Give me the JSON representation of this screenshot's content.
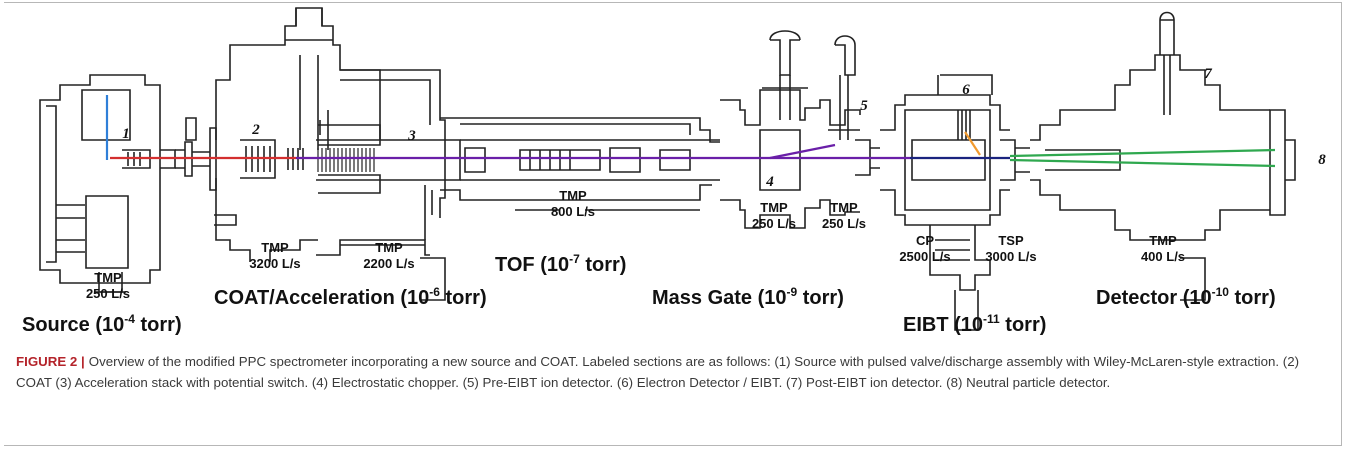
{
  "stages": {
    "source": {
      "name": "Source",
      "pressure_base": "10",
      "pressure_exp": "-4",
      "unit": "torr"
    },
    "coat": {
      "name": "COAT/Acceleration",
      "pressure_base": "10",
      "pressure_exp": "-6",
      "unit": "torr"
    },
    "tof": {
      "name": "TOF",
      "pressure_base": "10",
      "pressure_exp": "-7",
      "unit": "torr"
    },
    "massgate": {
      "name": "Mass Gate",
      "pressure_base": "10",
      "pressure_exp": "-9",
      "unit": "torr"
    },
    "eibt": {
      "name": "EIBT",
      "pressure_base": "10",
      "pressure_exp": "-11",
      "unit": "torr"
    },
    "detector": {
      "name": "Detector",
      "pressure_base": "10",
      "pressure_exp": "-10",
      "unit": "torr"
    }
  },
  "pumps": [
    {
      "type": "TMP",
      "rate": "250 L/s"
    },
    {
      "type": "TMP",
      "rate": "3200 L/s"
    },
    {
      "type": "TMP",
      "rate": "2200 L/s"
    },
    {
      "type": "TMP",
      "rate": "800 L/s"
    },
    {
      "type": "TMP",
      "rate": "250 L/s"
    },
    {
      "type": "TMP",
      "rate": "250 L/s"
    },
    {
      "type": "CP",
      "rate": "2500 L/s"
    },
    {
      "type": "TSP",
      "rate": "3000 L/s"
    },
    {
      "type": "TMP",
      "rate": "400 L/s"
    }
  ],
  "markers": [
    "1",
    "2",
    "3",
    "4",
    "5",
    "6",
    "7",
    "8"
  ],
  "beam_colors": {
    "source": "#d32f2f",
    "ions": "#6a1fa8",
    "eibt": "#1a237e",
    "neutral": "#2fa84f",
    "valve": "#2f7fd8",
    "electron": "#f29a2e"
  },
  "caption": {
    "label": "FIGURE 2 |",
    "text": "Overview of the modified PPC spectrometer incorporating a new source and COAT. Labeled sections are as follows: (1) Source with pulsed valve/discharge assembly with Wiley-McLaren-style extraction. (2) COAT (3) Acceleration stack with potential switch. (4) Electrostatic chopper. (5) Pre-EIBT ion detector. (6) Electron Detector / EIBT. (7) Post-EIBT ion detector. (8) Neutral particle detector."
  }
}
